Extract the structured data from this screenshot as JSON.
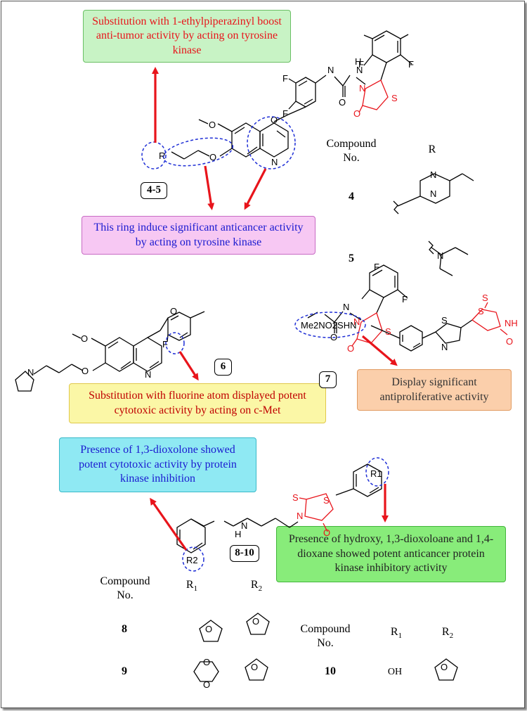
{
  "boxes": {
    "piperazinyl": "Substitution with 1-ethylpiperazinyl boost anti-tumor activity by acting on tyrosine kinase",
    "ring": "This ring induce significant anticancer activity by acting on tyrosine kinase",
    "fluorine": "Substitution with fluorine atom displayed potent cytotoxic activity by acting on c-Met",
    "antiprolif": "Display significant antiproliferative activity",
    "dioxolone": "Presence of 1,3-dioxolone showed potent cytotoxic activity by protein kinase inhibition",
    "hydroxy": "Presence of hydroxy, 1,3-dioxoloane and 1,4-dioxane showed potent anticancer protein kinase inhibitory activity"
  },
  "colors": {
    "red": "#e8141b",
    "blue_text": "#1a1ad0",
    "dashed_blue": "#1f2fd6",
    "green_bg": "#c8f3c5",
    "green_border": "#6abf64",
    "pink_bg": "#f7c8f3",
    "pink_border": "#c86bc4",
    "yellow_bg": "#fbf7a6",
    "yellow_border": "#e0c84a",
    "orange_bg": "#fbcfab",
    "orange_border": "#e19b62",
    "cyan_bg": "#8fe9f3",
    "cyan_border": "#39b9c8",
    "green2_bg": "#88ec7a",
    "green2_border": "#42b53b"
  },
  "tags": {
    "t45": "4-5",
    "t6": "6",
    "t7": "7",
    "t810": "8-10"
  },
  "table1": {
    "h_compound": "Compound",
    "h_no": "No.",
    "h_r": "R",
    "c4": "4",
    "c5": "5"
  },
  "table2": {
    "h_compound": "Compound",
    "h_no": "No.",
    "h_r1": "R",
    "h_r1_sub": "1",
    "h_r2": "R",
    "h_r2_sub": "2",
    "c8": "8",
    "c9": "9"
  },
  "table3": {
    "h_compound": "Compound",
    "h_no": "No.",
    "h_r1": "R",
    "h_r1_sub": "1",
    "h_r2": "R",
    "h_r2_sub": "2",
    "c10": "10",
    "oh": "OH"
  },
  "atoms": {
    "F": "F",
    "O": "O",
    "N": "N",
    "H": "H",
    "S": "S",
    "R": "R",
    "me2no2shn": "Me2NO2SHN",
    "nh": "NH",
    "r1": "R1",
    "r2": "R2"
  }
}
